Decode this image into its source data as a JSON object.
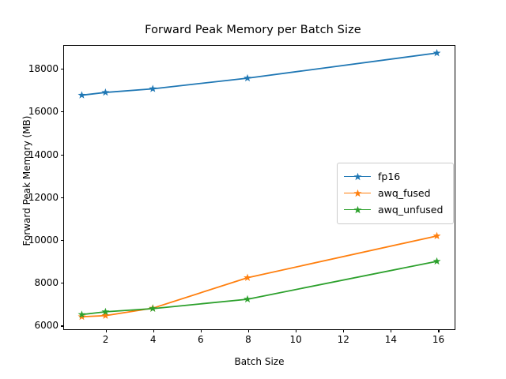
{
  "chart_data": {
    "type": "line",
    "title": "Forward Peak Memory per Batch Size",
    "xlabel": "Batch Size",
    "ylabel": "Forward Peak Memory (MB)",
    "x": [
      1,
      2,
      4,
      8,
      16
    ],
    "series": [
      {
        "name": "fp16",
        "color": "#1f77b4",
        "marker": "star",
        "values": [
          16750,
          16880,
          17050,
          17550,
          18730
        ]
      },
      {
        "name": "awq_fused",
        "color": "#ff7f0e",
        "marker": "star",
        "values": [
          6350,
          6400,
          6750,
          8180,
          10140
        ]
      },
      {
        "name": "awq_unfused",
        "color": "#2ca02c",
        "marker": "star",
        "values": [
          6450,
          6580,
          6730,
          7170,
          8950
        ]
      }
    ],
    "xlim": [
      0.25,
      16.75
    ],
    "ylim": [
      5760,
      19070
    ],
    "xticks": [
      2,
      4,
      6,
      8,
      10,
      12,
      14,
      16
    ],
    "yticks": [
      6000,
      8000,
      10000,
      12000,
      14000,
      16000,
      18000
    ],
    "xtick_labels": [
      "2",
      "4",
      "6",
      "8",
      "10",
      "12",
      "14",
      "16"
    ],
    "ytick_labels": [
      "6000",
      "8000",
      "10000",
      "12000",
      "14000",
      "16000",
      "18000"
    ],
    "grid": false,
    "legend_position": "center right",
    "legend_entries": [
      "fp16",
      "awq_fused",
      "awq_unfused"
    ]
  }
}
